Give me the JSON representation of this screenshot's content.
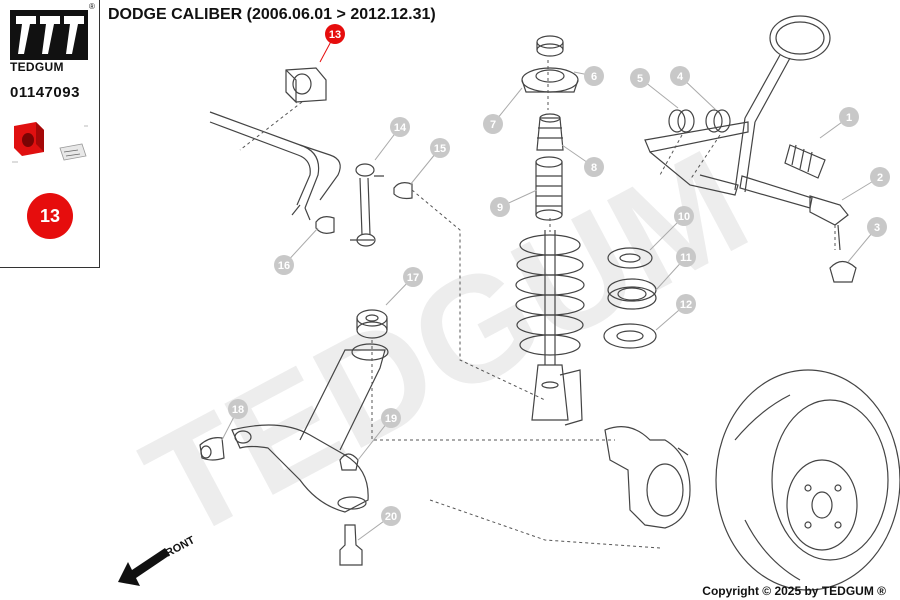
{
  "brand": {
    "name": "TEDGUM",
    "registered_mark": "®",
    "logo_icon": "tedgum-logo-icon"
  },
  "part": {
    "number": "01147093",
    "highlighted_callout": "13",
    "thumbnail_icon": "stabilizer-bushing-thumbnail-icon"
  },
  "header": {
    "title": "DODGE CALIBER (2006.06.01 > 2012.12.31)"
  },
  "watermark": {
    "text": "TEDGUM"
  },
  "front_label": "FRONT",
  "callouts": [
    {
      "id": "1"
    },
    {
      "id": "2"
    },
    {
      "id": "3"
    },
    {
      "id": "4"
    },
    {
      "id": "5"
    },
    {
      "id": "6"
    },
    {
      "id": "7"
    },
    {
      "id": "8"
    },
    {
      "id": "9"
    },
    {
      "id": "10"
    },
    {
      "id": "11"
    },
    {
      "id": "12"
    },
    {
      "id": "13"
    },
    {
      "id": "14"
    },
    {
      "id": "15"
    },
    {
      "id": "16"
    },
    {
      "id": "17"
    },
    {
      "id": "18"
    },
    {
      "id": "19"
    },
    {
      "id": "20"
    }
  ],
  "colors": {
    "highlight": "#e60d0d",
    "callout": "#c8c8c8",
    "line": "#444444",
    "watermark": "#ededed"
  },
  "footer": {
    "copyright": "Copyright © 2025 by TEDGUM ®"
  }
}
